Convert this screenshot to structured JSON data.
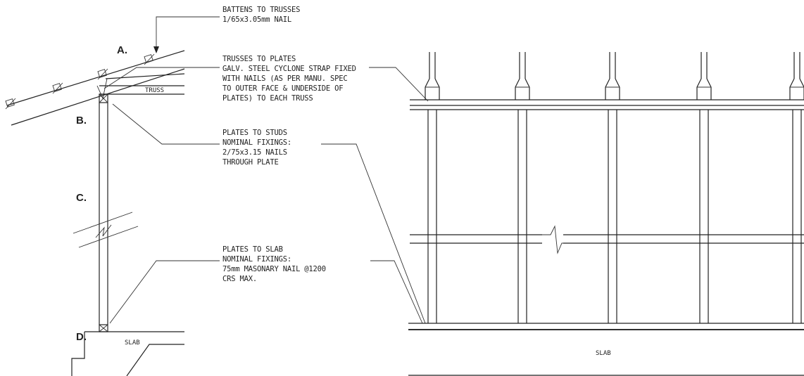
{
  "notes": {
    "battens": [
      "BATTENS TO TRUSSES",
      "1/65x3.05mm NAIL"
    ],
    "trusses": [
      "TRUSSES TO PLATES",
      "GALV. STEEL CYCLONE STRAP FIXED",
      "WITH NAILS (AS PER MANU. SPEC",
      "TO OUTER FACE & UNDERSIDE OF",
      "PLATES) TO EACH TRUSS"
    ],
    "studs": [
      "PLATES TO STUDS",
      "NOMINAL FIXINGS:",
      "2/75x3.15 NAILS",
      "THROUGH PLATE"
    ],
    "slab": [
      "PLATES TO SLAB",
      "NOMINAL FIXINGS:",
      "75mm MASONARY NAIL @1200",
      "CRS MAX."
    ]
  },
  "labels": {
    "a": "A.",
    "b": "B.",
    "c": "C.",
    "d": "D.",
    "truss": "TRUSS",
    "slab_left": "SLAB",
    "slab_right": "SLAB"
  },
  "colors": {
    "line": "#222222",
    "background": "#ffffff"
  }
}
